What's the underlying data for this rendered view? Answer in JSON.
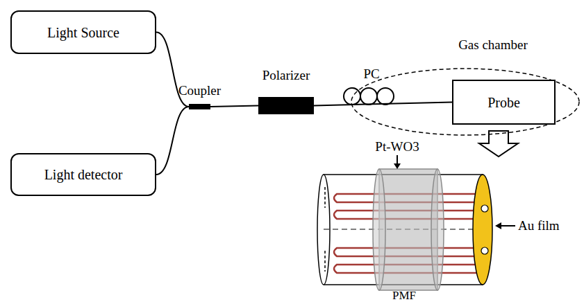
{
  "diagram": {
    "nodes": [
      {
        "text": [
          "Light Source"
        ]
      },
      {
        "text": [
          "Light detector"
        ]
      },
      {
        "text": [
          "Coupler"
        ]
      },
      {
        "text": [
          "Polarizer"
        ]
      },
      {
        "text": [
          "Gas chamber"
        ]
      },
      {
        "text": [
          "Probe"
        ],
        "in": 4
      }
    ],
    "edges": [
      {
        "from": 0,
        "to": 2,
        "arrow": "none"
      },
      {
        "from": 1,
        "to": 2,
        "arrow": "none"
      },
      {
        "from": 2,
        "to": 3,
        "arrow": "none"
      },
      {
        "from": 3,
        "to": 5,
        "arrow": "none"
      }
    ],
    "labels": [
      "PC",
      "Pt-WO3",
      "Au film",
      "PMF"
    ]
  }
}
